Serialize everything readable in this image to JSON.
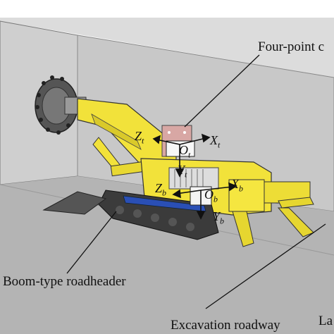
{
  "labels": {
    "four_point": "Four-point c",
    "roadheader": "Boom-type roadheader",
    "roadway": "Excavation roadway",
    "la": "La"
  },
  "axes": {
    "top_frame": {
      "z": "Z",
      "z_sub": "t",
      "x": "X",
      "x_sub": "t",
      "o": "O",
      "o_sub": "t",
      "y": "Y",
      "y_sub": "t"
    },
    "body_frame": {
      "z": "Z",
      "z_sub": "b",
      "x": "X",
      "x_sub": "b",
      "o": "O",
      "o_sub": "b",
      "y": "Y",
      "y_sub": "b"
    }
  },
  "colors": {
    "wall_front": "#c9c9c9",
    "wall_side": "#bdbdbd",
    "floor": "#a9a9a9",
    "machine_yellow": "#f2e23a",
    "machine_dark": "#3b3b3b",
    "track_blue": "#2a4fb5",
    "target_plate": "#d8a7a4"
  }
}
